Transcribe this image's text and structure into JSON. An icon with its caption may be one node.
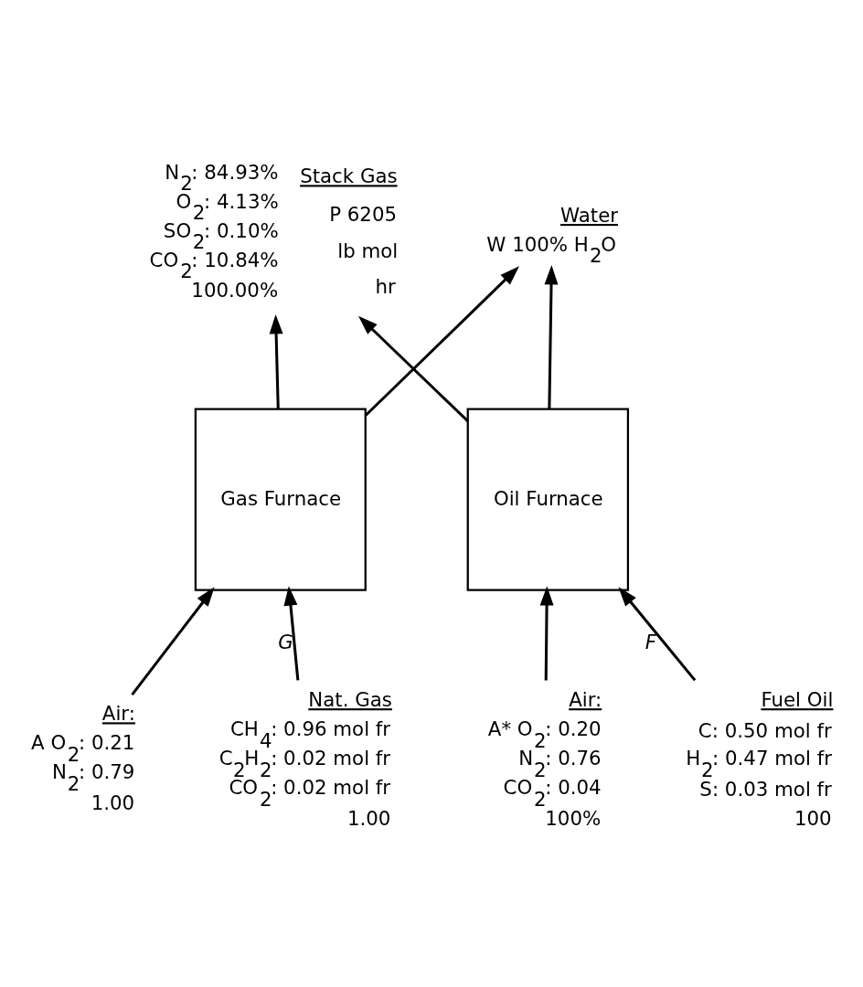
{
  "diagram": {
    "nodes": [
      {
        "text": [
          "Air:",
          "A O$_{2}$: 0.21",
          "N$_{2}$: 0.79",
          "1.00"
        ]
      },
      {
        "text": [
          "Gas Furnace"
        ]
      },
      {
        "text": [
          "Nat. Gas",
          "CH$_{4}$: 0.96 mol fr",
          "C$_{2}$H$_{2}$: 0.02 mol fr",
          "CO$_{2}$: 0.02 mol fr",
          "1.00"
        ]
      },
      {
        "text": [
          "Oil Furnace"
        ]
      },
      {
        "text": [
          "Air:",
          "A* O$_{2}$: 0.20",
          "N$_{2}$: 0.76",
          "CO$_{2}$: 0.04",
          "100%"
        ]
      },
      {
        "text": [
          "Fuel Oil",
          "C: 0.50 mol fr",
          "H$_{2}$: 0.47 mol fr",
          "S: 0.03 mol fr",
          "100"
        ]
      },
      {
        "text": [
          "Stack Gas",
          "P 6205",
          "lb mol",
          "hr"
        ],
        "beside": [
          "N$_{2}$: 84.93%",
          "O$_{2}$: 4.13%",
          "SO$_{2}$: 0.10%",
          "CO$_{2}$: 10.84%",
          "100.00%"
        ]
      },
      {
        "text": [
          "Water",
          "W 100% H$_{2}$O"
        ]
      }
    ],
    "edges": [
      {
        "from": 0,
        "to": 1,
        "arrow": "to"
      },
      {
        "from": 2,
        "to": 1,
        "arrow": "to",
        "label": "G"
      },
      {
        "from": 4,
        "to": 3,
        "arrow": "to"
      },
      {
        "from": 5,
        "to": 3,
        "arrow": "to",
        "label": "F"
      },
      {
        "from": 1,
        "to": 6,
        "arrow": "to"
      },
      {
        "from": 1,
        "to": 7,
        "arrow": "to"
      },
      {
        "from": 3,
        "to": 6,
        "arrow": "to"
      },
      {
        "from": 3,
        "to": 7,
        "arrow": "to"
      }
    ]
  }
}
